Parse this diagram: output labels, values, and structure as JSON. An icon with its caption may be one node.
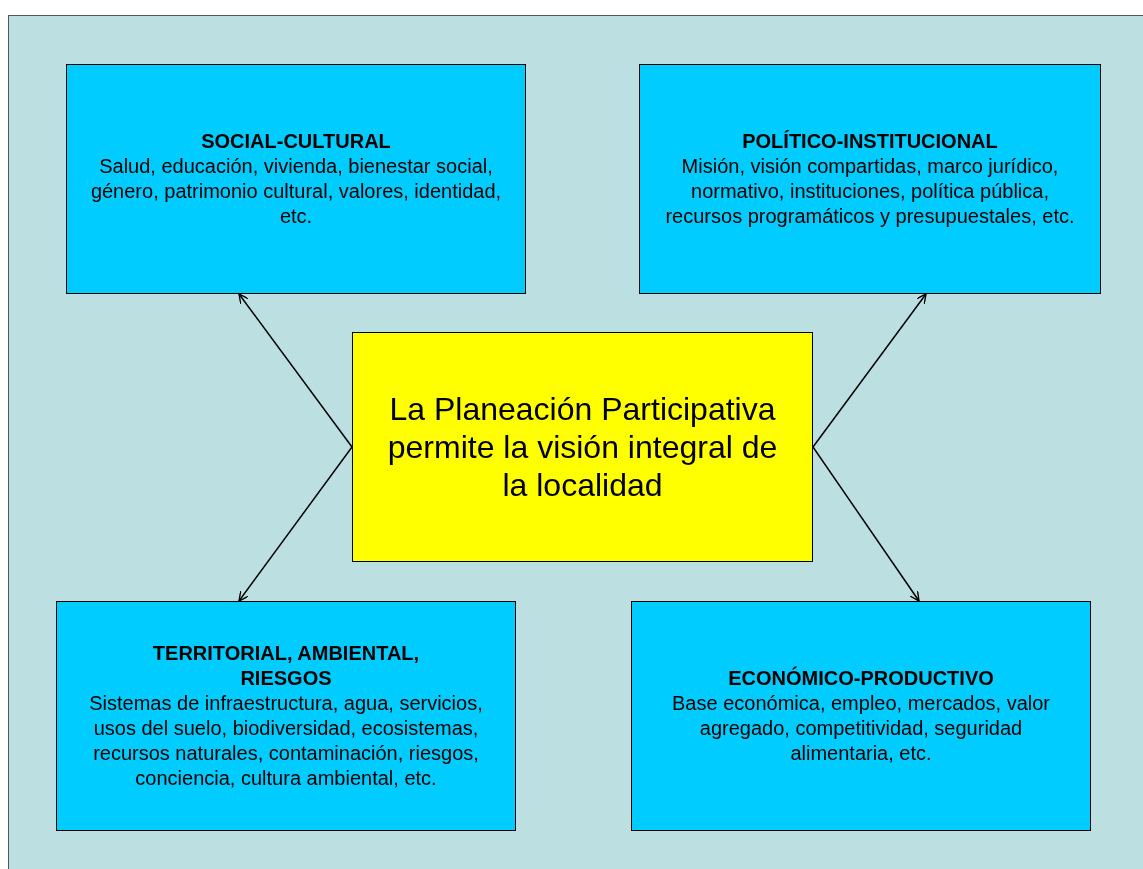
{
  "diagram": {
    "nodes": [
      {
        "text": [
          "SOCIAL-CULTURAL",
          "Salud, educación, vivienda, bienestar social, género, patrimonio cultural, valores, identidad, etc."
        ]
      },
      {
        "text": [
          "POLÍTICO-INSTITUCIONAL",
          "Misión, visión compartidas, marco jurídico, normativo, instituciones, política pública, recursos programáticos y presupuestales, etc."
        ]
      },
      {
        "text": [
          "La Planeación Participativa permite la visión integral de la localidad"
        ]
      },
      {
        "text": [
          "TERRITORIAL, AMBIENTAL, RIESGOS",
          "Sistemas de infraestructura, agua, servicios, usos del suelo, biodiversidad, ecosistemas, recursos naturales, contaminación, riesgos, conciencia, cultura ambiental, etc."
        ]
      },
      {
        "text": [
          "ECONÓMICO-PRODUCTIVO",
          "Base económica, empleo, mercados, valor agregado, competitividad, seguridad alimentaria, etc."
        ]
      }
    ],
    "edges": [
      {
        "from": 2,
        "to": 0,
        "arrow": "to"
      },
      {
        "from": 2,
        "to": 1,
        "arrow": "to"
      },
      {
        "from": 2,
        "to": 3,
        "arrow": "to"
      },
      {
        "from": 2,
        "to": 4,
        "arrow": "to"
      }
    ]
  }
}
